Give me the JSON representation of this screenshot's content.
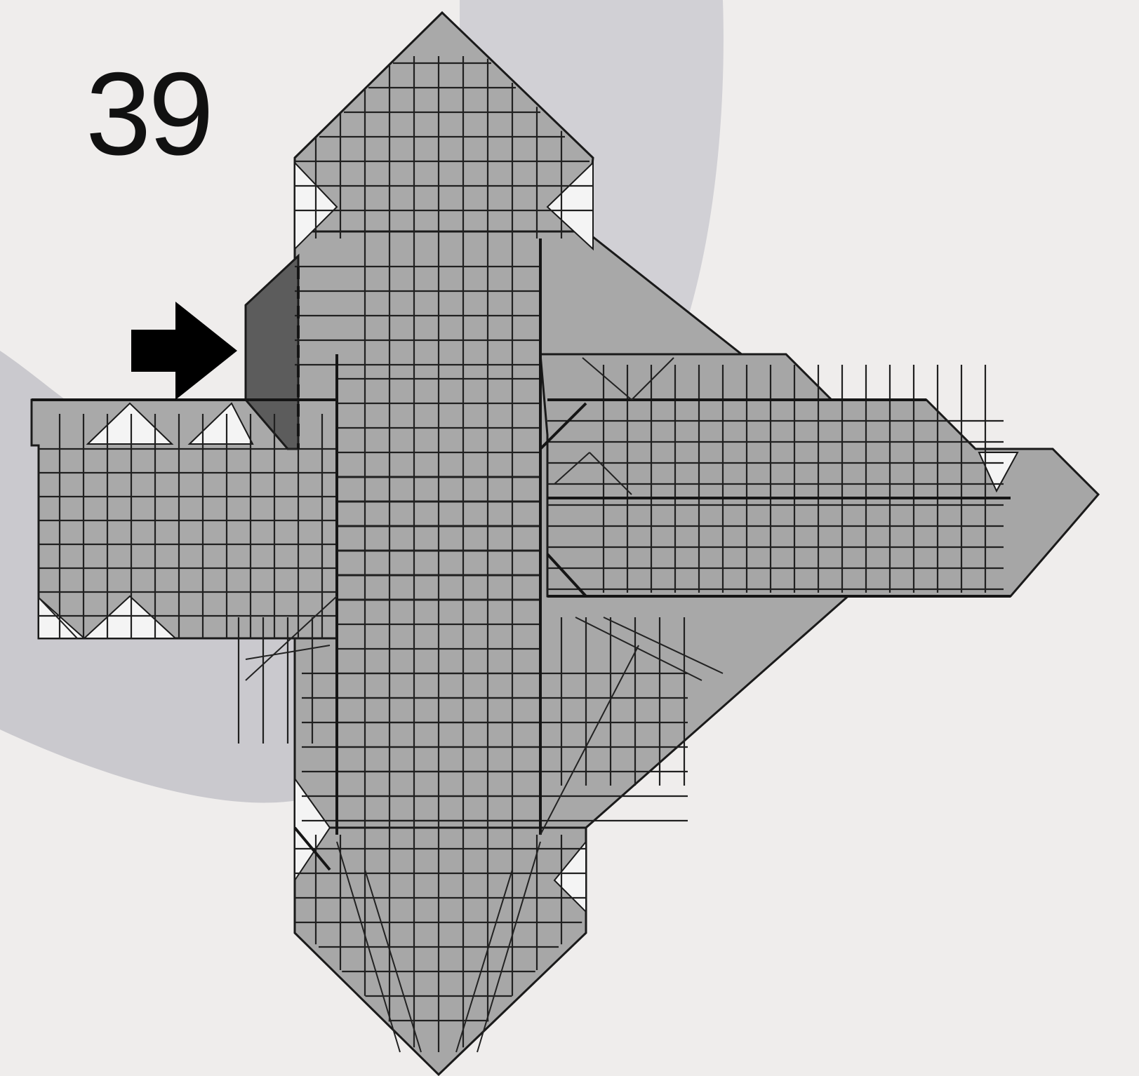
{
  "step": {
    "number": "39"
  },
  "diagram": {
    "subject": "origami-crease-pattern-fold-step",
    "instruction_arrow": "push-arrow",
    "colors": {
      "background": "#efedec",
      "background_shadow": "#c9c8cd",
      "paper": "#a9a9a9",
      "paper_edge": "#1a1a1a",
      "crease": "#202020",
      "highlight_flap": "#5a5a5a",
      "white_panel": "#f4f4f4",
      "arrow": "#000000"
    }
  }
}
